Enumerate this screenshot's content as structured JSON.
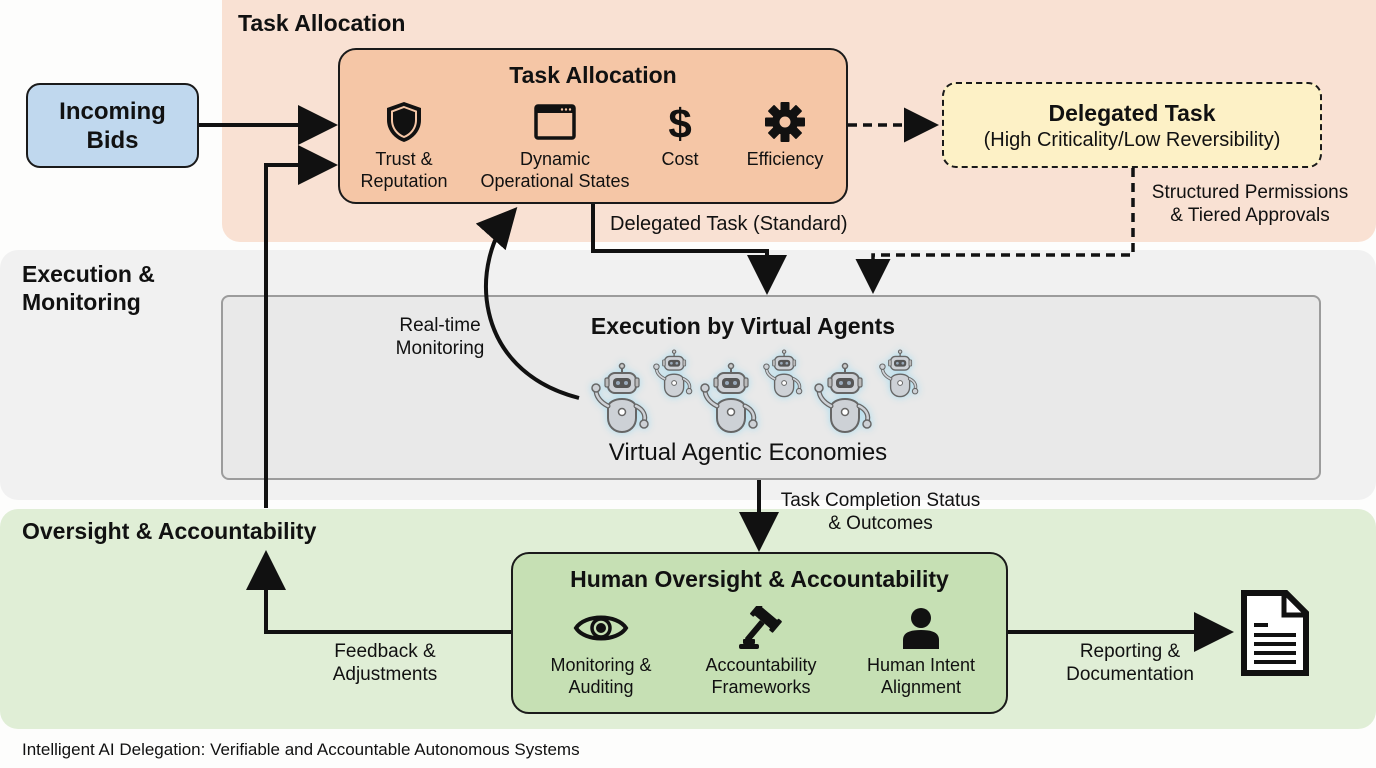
{
  "diagram": {
    "caption": "Intelligent AI Delegation: Verifiable and Accountable Autonomous Systems",
    "colors": {
      "task_allocation_band": "#f9e1d3",
      "execution_band": "#f1f1f1",
      "oversight_band": "#e0eed6",
      "incoming_bids_box": "#c0d8ee",
      "task_allocation_box": "#f5c6a6",
      "delegated_task_box": "#fdf1c6",
      "execution_box": "#e9e9e9",
      "human_oversight_box": "#c6e0b4",
      "agent_glow": "#a8dcef"
    },
    "bands": {
      "task_allocation": "Task Allocation",
      "execution_line1": "Execution &",
      "execution_line2": "Monitoring",
      "oversight": "Oversight & Accountability"
    },
    "incoming_bids": {
      "line1": "Incoming",
      "line2": "Bids"
    },
    "task_allocation_box": {
      "title": "Task Allocation",
      "factors": [
        {
          "icon": "shield-icon",
          "line1": "Trust &",
          "line2": "Reputation"
        },
        {
          "icon": "browser-window-icon",
          "line1": "Dynamic",
          "line2": "Operational States"
        },
        {
          "icon": "dollar-icon",
          "line1": "Cost",
          "line2": ""
        },
        {
          "icon": "gear-icon",
          "line1": "Efficiency",
          "line2": ""
        }
      ]
    },
    "delegated_task_box": {
      "title": "Delegated Task",
      "subtitle": "(High Criticality/Low Reversibility)"
    },
    "execution_box": {
      "title": "Execution by Virtual Agents",
      "subtitle": "Virtual Agentic Economies",
      "agent_count": 6,
      "agent_icon": "robot-icon"
    },
    "human_oversight_box": {
      "title": "Human Oversight & Accountability",
      "factors": [
        {
          "icon": "eye-icon",
          "line1": "Monitoring &",
          "line2": "Auditing"
        },
        {
          "icon": "gavel-icon",
          "line1": "Accountability",
          "line2": "Frameworks"
        },
        {
          "icon": "person-icon",
          "line1": "Human Intent",
          "line2": "Alignment"
        }
      ]
    },
    "edge_labels": {
      "delegated_standard": "Delegated Task (Standard)",
      "structured_permissions_line1": "Structured Permissions",
      "structured_permissions_line2": "& Tiered Approvals",
      "realtime_line1": "Real-time",
      "realtime_line2": "Monitoring",
      "completion_line1": "Task Completion Status",
      "completion_line2": "& Outcomes",
      "feedback_line1": "Feedback &",
      "feedback_line2": "Adjustments",
      "reporting_line1": "Reporting &",
      "reporting_line2": "Documentation"
    },
    "output_icon": "document-icon"
  }
}
